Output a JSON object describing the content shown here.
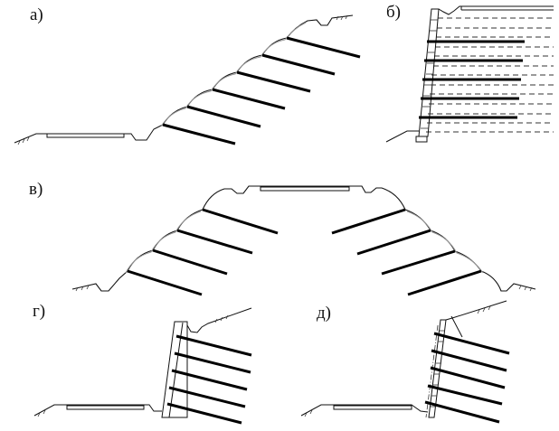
{
  "panels": {
    "a": {
      "label": "а)"
    },
    "b": {
      "label": "б)"
    },
    "v": {
      "label": "в)"
    },
    "g": {
      "label": "г)"
    },
    "d": {
      "label": "д)"
    }
  }
}
